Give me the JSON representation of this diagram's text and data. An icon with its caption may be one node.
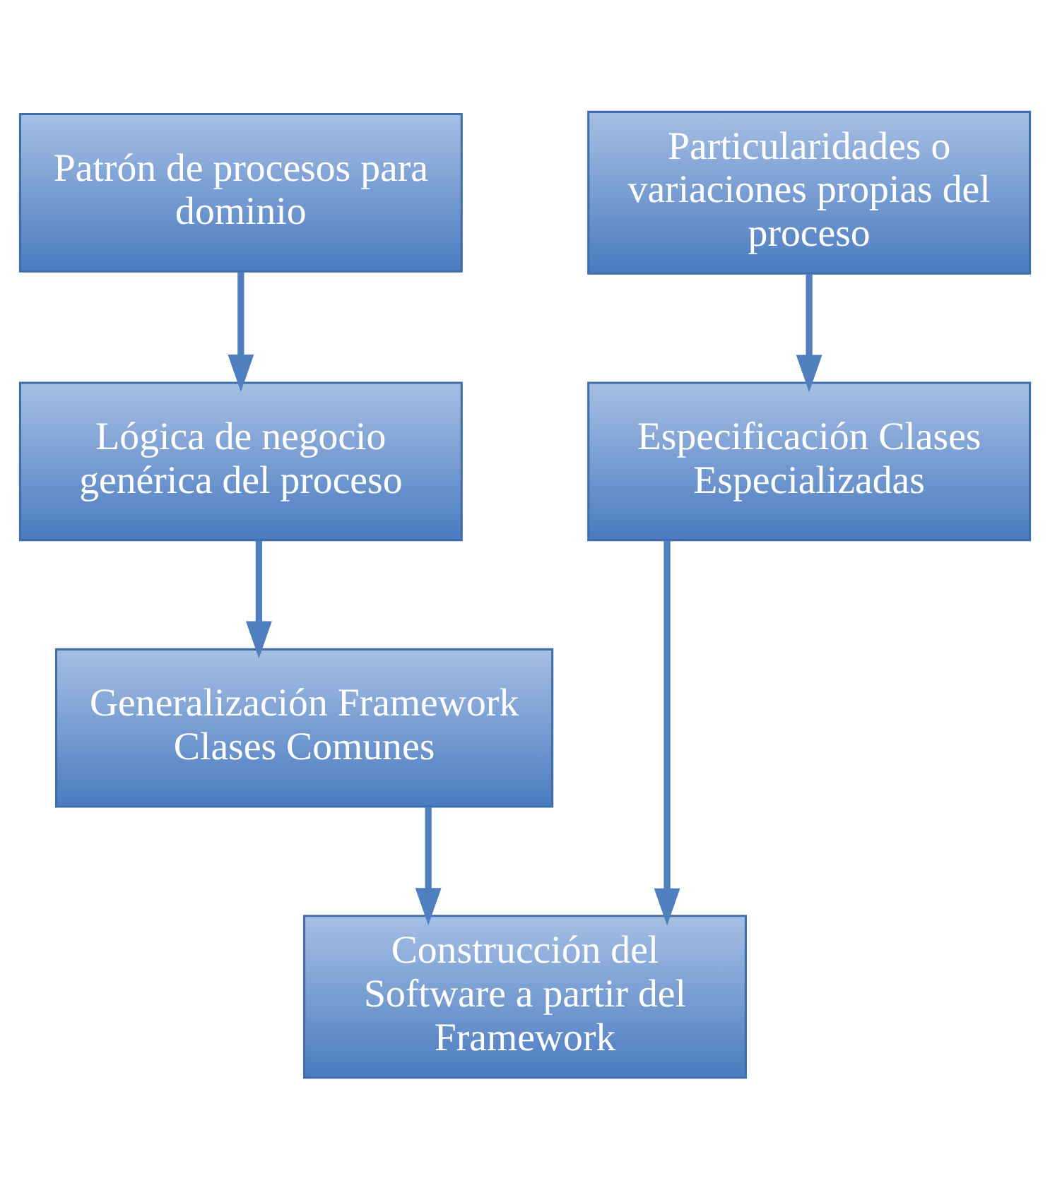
{
  "diagram": {
    "nodes": [
      {
        "text": [
          "Patrón de procesos para dominio"
        ]
      },
      {
        "text": [
          "Lógica de negocio genérica del proceso"
        ]
      },
      {
        "text": [
          "Particularidades o variaciones propias del proceso"
        ]
      },
      {
        "text": [
          "Generalización Framework Clases Comunes"
        ]
      },
      {
        "text": [
          "Especificación Clases Especializadas"
        ]
      },
      {
        "text": [
          "Construcción del Software a partir del Framework"
        ]
      }
    ],
    "edges": [
      {
        "from": 0,
        "to": 1,
        "arrow": "to"
      },
      {
        "from": 1,
        "to": 3,
        "arrow": "to"
      },
      {
        "from": 2,
        "to": 4,
        "arrow": "to"
      },
      {
        "from": 3,
        "to": 5,
        "arrow": "to"
      },
      {
        "from": 4,
        "to": 5,
        "arrow": "to"
      }
    ]
  }
}
